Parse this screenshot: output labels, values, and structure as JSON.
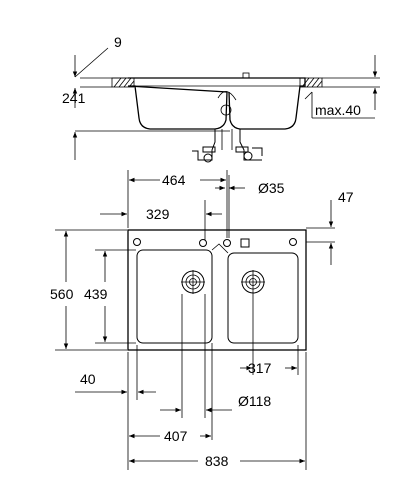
{
  "dimensions": {
    "rim_thickness": "9",
    "depth": "241",
    "max_worktop": "max.40",
    "tap_offset": "464",
    "tap_hole_diameter": "Ø35",
    "tap_hole_offset": "47",
    "left_bowl_drain_offset": "329",
    "overall_depth": "560",
    "bowl_depth": "439",
    "edge_offset": "40",
    "right_drain_offset": "317",
    "drain_diameter": "Ø118",
    "left_bowl_width": "407",
    "overall_width": "838"
  }
}
